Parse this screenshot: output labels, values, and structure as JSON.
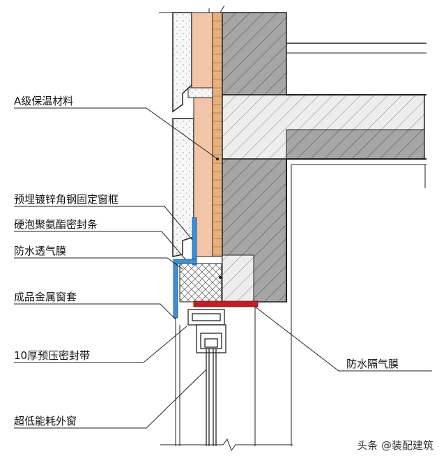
{
  "labels": {
    "insulation": "A级保温材料",
    "steel_frame": "预埋镀锌角钢固定窗框",
    "foam_strip": "硬泡聚氨酯密封条",
    "breathable_membrane": "防水透气膜",
    "metal_cover": "成品金属窗套",
    "precompressed_tape": "10厚预压密封带",
    "window": "超低能耗外窗",
    "vapor_barrier": "防水隔气膜"
  },
  "watermark": "头条 @装配建筑",
  "colors": {
    "insulation_fill": "#f2c5a8",
    "concrete_fill": "#ebebeb",
    "hatch_fill": "#a6a6a6",
    "membrane_blue": "#3d8fd8",
    "barrier_red": "#c41e24",
    "line": "#222222"
  }
}
